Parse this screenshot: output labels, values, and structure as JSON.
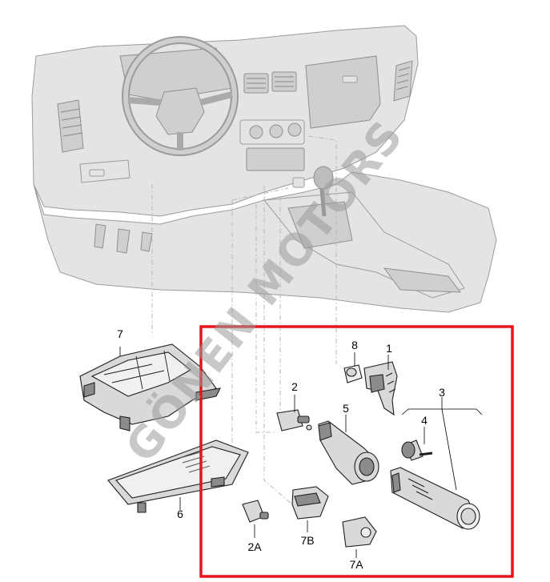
{
  "watermark": {
    "text": "GÖNEN MOTORS"
  },
  "highlight_color": "#e8131b",
  "callouts": {
    "c1": "1",
    "c2": "2",
    "c2a": "2A",
    "c3": "3",
    "c4": "4",
    "c5": "5",
    "c6": "6",
    "c7": "7",
    "c7a": "7A",
    "c7b": "7B",
    "c8": "8"
  }
}
